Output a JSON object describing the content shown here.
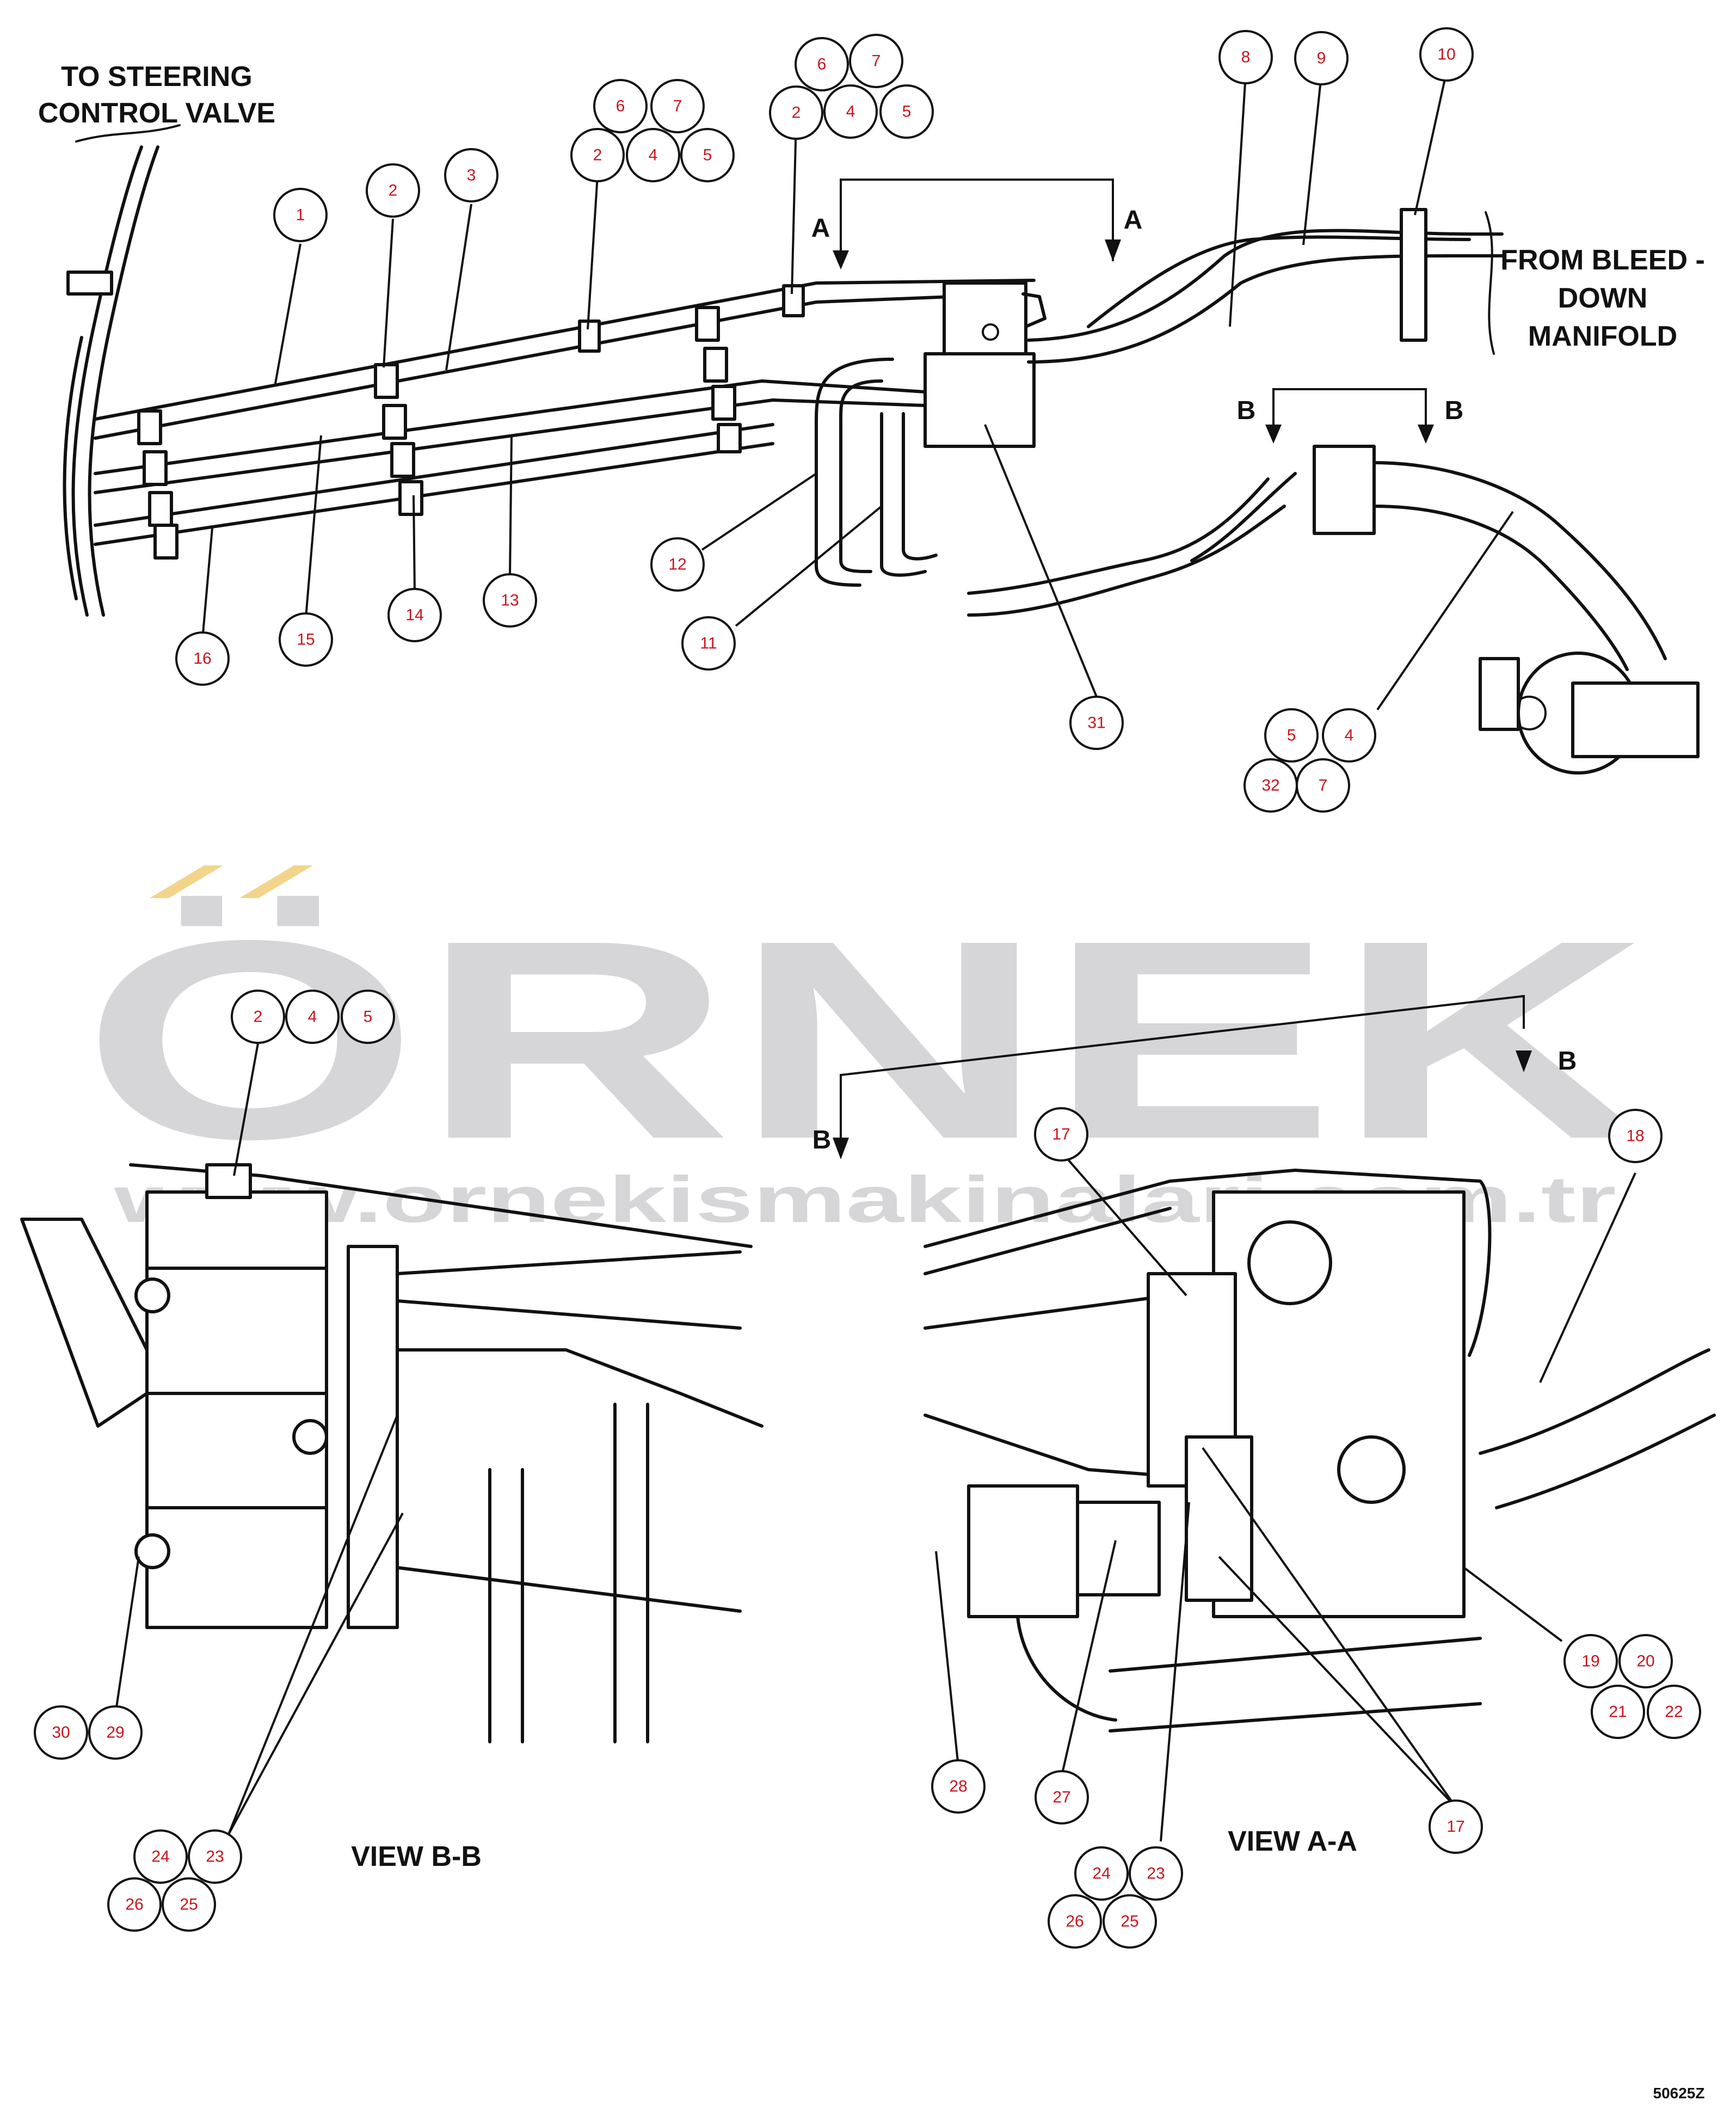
{
  "labels": {
    "to_steering": [
      "TO STEERING",
      "CONTROL VALVE"
    ],
    "from_bleed": [
      "FROM BLEED -",
      "DOWN",
      "MANIFOLD"
    ],
    "section_a": "A",
    "section_b": "B",
    "view_bb": "VIEW B-B",
    "view_aa": "VIEW A-A",
    "figure_id": "50625Z"
  },
  "watermark": {
    "logo": "ÖRNEK",
    "url": "www.ornekismakinalari.com.tr"
  },
  "callouts": [
    {
      "n": "1"
    },
    {
      "n": "2"
    },
    {
      "n": "3"
    },
    {
      "n": "6"
    },
    {
      "n": "7"
    },
    {
      "n": "2"
    },
    {
      "n": "4"
    },
    {
      "n": "5"
    },
    {
      "n": "6"
    },
    {
      "n": "7"
    },
    {
      "n": "2"
    },
    {
      "n": "4"
    },
    {
      "n": "5"
    },
    {
      "n": "8"
    },
    {
      "n": "9"
    },
    {
      "n": "10"
    },
    {
      "n": "16"
    },
    {
      "n": "15"
    },
    {
      "n": "14"
    },
    {
      "n": "13"
    },
    {
      "n": "12"
    },
    {
      "n": "11"
    },
    {
      "n": "31"
    },
    {
      "n": "5"
    },
    {
      "n": "4"
    },
    {
      "n": "32"
    },
    {
      "n": "7"
    },
    {
      "n": "2"
    },
    {
      "n": "4"
    },
    {
      "n": "5"
    },
    {
      "n": "30"
    },
    {
      "n": "29"
    },
    {
      "n": "24"
    },
    {
      "n": "23"
    },
    {
      "n": "26"
    },
    {
      "n": "25"
    },
    {
      "n": "17"
    },
    {
      "n": "18"
    },
    {
      "n": "19"
    },
    {
      "n": "20"
    },
    {
      "n": "21"
    },
    {
      "n": "22"
    },
    {
      "n": "28"
    },
    {
      "n": "27"
    },
    {
      "n": "17"
    },
    {
      "n": "24"
    },
    {
      "n": "23"
    },
    {
      "n": "26"
    },
    {
      "n": "25"
    }
  ],
  "colors": {
    "line": "#111111",
    "callout_number": "#c8141e",
    "watermark_gray": "#d6d6d8",
    "watermark_gold": "#f2d58a"
  }
}
